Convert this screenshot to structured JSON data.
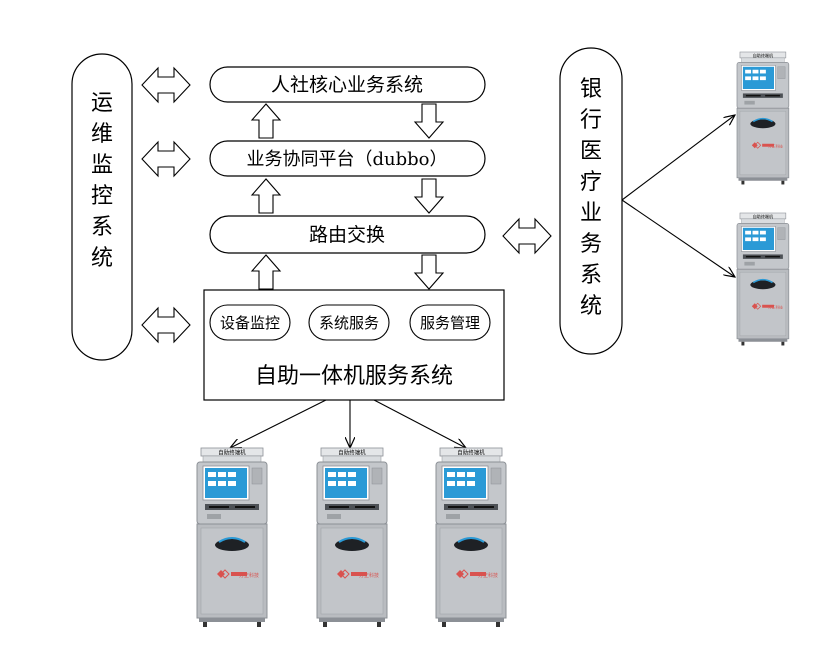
{
  "diagram": {
    "core_system": "人社核心业务系统",
    "collab_platform": "业务协同平台（dubbo）",
    "routing": "路由交换",
    "ops_system": "运维监控系统",
    "bank_system": "银行医疗业务系统",
    "kiosk_system": {
      "title": "自助一体机服务系统",
      "modules": [
        "设备监控",
        "系统服务",
        "服务管理"
      ]
    },
    "kiosk_device": {
      "header_label": "自助终端机",
      "brand": "方正科技"
    },
    "colors": {
      "line": "#000000",
      "kiosk_body": "#b9bcc0",
      "kiosk_screen": "#2b9ad6"
    }
  }
}
